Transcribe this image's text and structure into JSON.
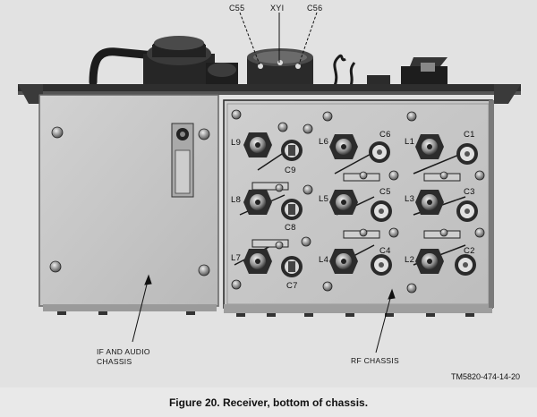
{
  "top_labels": {
    "c55": "C55",
    "xy1": "XYI",
    "c56": "C56"
  },
  "component_labels": {
    "l9": "L9",
    "c9": "C9",
    "l8": "L8",
    "c8": "C8",
    "l7": "L7",
    "c7": "C7",
    "l6": "L6",
    "c6": "C6",
    "l5": "L5",
    "c5": "C5",
    "l4": "L4",
    "c4": "C4",
    "l1": "L1",
    "c1": "C1",
    "l3": "L3",
    "c3": "C3",
    "l2": "L2",
    "c2": "C2"
  },
  "chassis_labels": {
    "if_audio_line1": "IF AND AUDIO",
    "if_audio_line2": "CHASSIS",
    "rf": "RF CHASSIS"
  },
  "figure_number": "TM5820-474-14-20",
  "caption": "Figure 20.  Receiver, bottom of chassis."
}
